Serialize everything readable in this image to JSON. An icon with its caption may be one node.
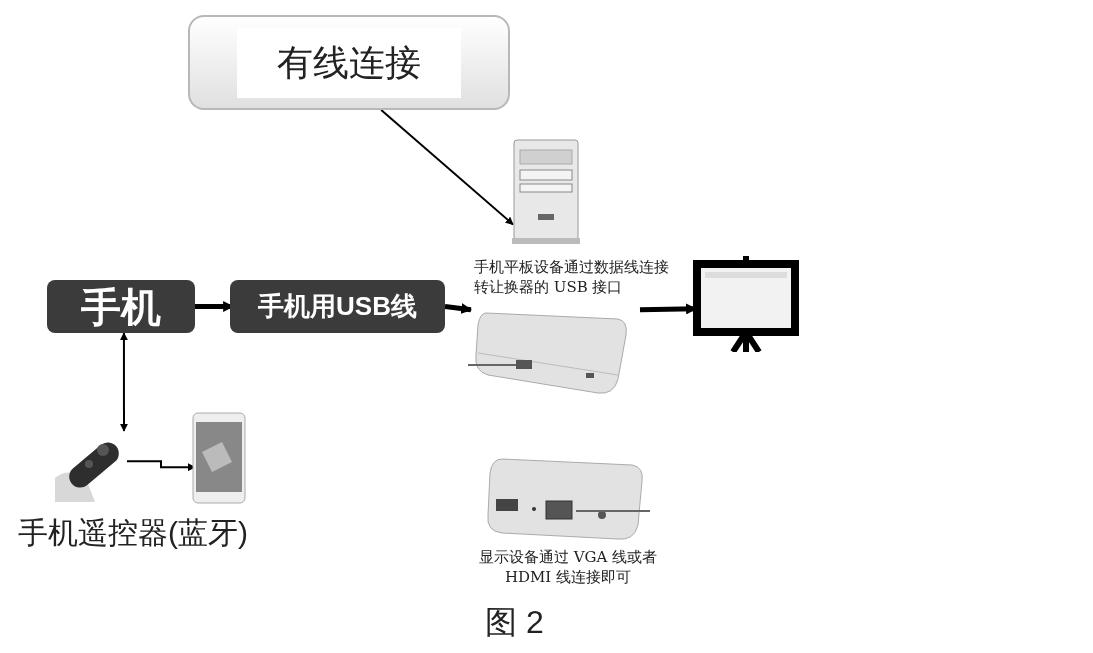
{
  "diagram": {
    "caption": "图 2",
    "nodes": [
      {
        "text": [
          "有线连接"
        ]
      },
      {
        "text": [],
        "shape": "picture"
      },
      {
        "text": [
          "手机"
        ]
      },
      {
        "text": [
          "手机用USB线"
        ]
      },
      {
        "text": [],
        "shape": "picture"
      },
      {
        "text": [],
        "shape": "picture"
      },
      {
        "text": [],
        "shape": "picture"
      },
      {
        "text": [],
        "shape": "picture"
      },
      {
        "text": [],
        "shape": "picture",
        "beside": [
          "显示设备通过 VGA 线或者 HDMI 线连接即可"
        ]
      }
    ],
    "edges": [
      {
        "from": 0,
        "to": 1,
        "arrow": "to"
      },
      {
        "from": 2,
        "to": 3,
        "arrow": "to",
        "style": "thick"
      },
      {
        "from": 3,
        "to": 4,
        "arrow": "to",
        "style": "thick"
      },
      {
        "from": 4,
        "to": 5,
        "arrow": "to",
        "style": "thick"
      },
      {
        "from": 2,
        "to": 6,
        "arrow": "both"
      },
      {
        "from": 6,
        "to": 7,
        "arrow": "to"
      }
    ],
    "labels": [
      "手机平板设备通过数据线连接转让换器的 USB 接口",
      "手机遥控器(蓝牙)"
    ]
  }
}
